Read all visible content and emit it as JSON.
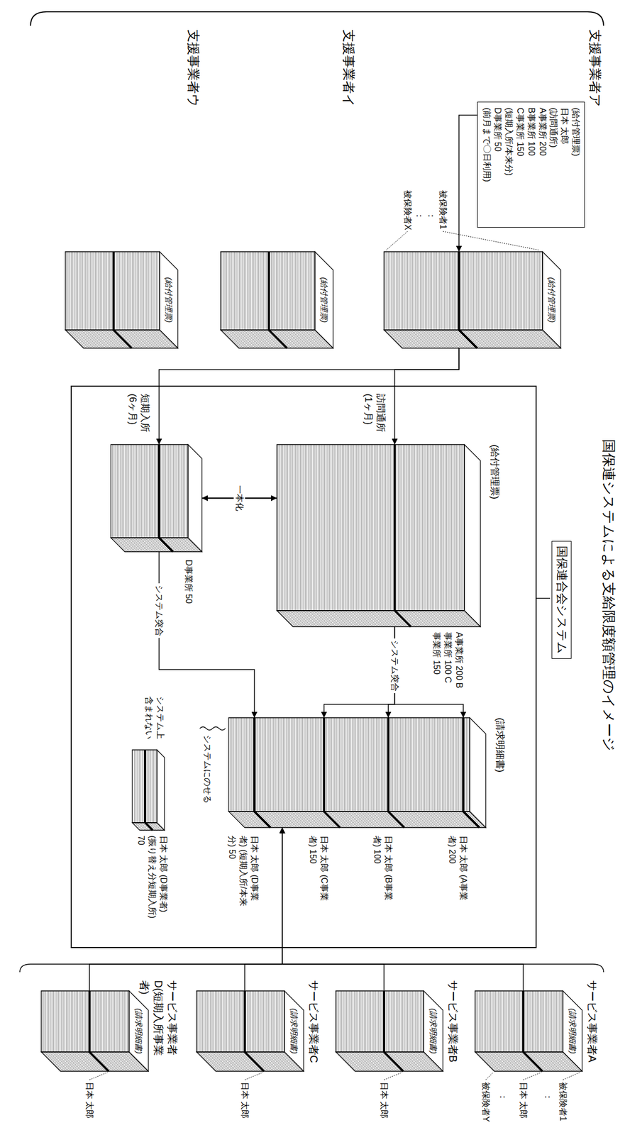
{
  "diagram": {
    "title": "国保連システムによる支給限度額管理のイメージ",
    "nodes": [
      {
        "text": [
          "(給付管理票)",
          "日本 太郎",
          "(訪問通所)",
          "A事業所 200",
          "B事業所 100",
          "C事業所 150",
          "(短期入所/本来分)",
          "D事業所 50",
          "(前月まで〇日利用)"
        ]
      },
      {
        "text": [
          "支援事業者ア",
          "(給付管理票)"
        ]
      },
      {
        "text": [
          "支援事業者イ",
          "(給付管理票)"
        ]
      },
      {
        "text": [
          "支援事業者ウ",
          "(給付管理票)"
        ]
      },
      {
        "text": [
          "国保連合会システム"
        ]
      },
      {
        "text": [
          "(給付管理票)",
          "訪問通所 (1ヶ月)",
          "A事業所 200 B事業所 100 C事業所 150"
        ],
        "in": 4
      },
      {
        "text": [
          "短期入所 (6ヶ月)",
          "D事業所 50"
        ],
        "in": 4
      },
      {
        "text": [
          "(請求明細書)"
        ],
        "in": 4
      },
      {
        "text": [
          "日本 太郎 (A事業者) 200"
        ],
        "in": 7
      },
      {
        "text": [
          "日本 太郎 (B事業者) 100"
        ],
        "in": 7
      },
      {
        "text": [
          "日本 太郎 (C事業者) 150"
        ],
        "in": 7
      },
      {
        "text": [
          "日本 太郎 (D事業者) (短期入所/本来分) 50"
        ],
        "in": 7
      },
      {
        "text": [
          "日本 太郎 (D事業者) (振り替え分短期入所) 70"
        ],
        "in": 4
      },
      {
        "text": [
          "サービス事業者A",
          "(請求明細書)"
        ]
      },
      {
        "text": [
          "サービス事業者B",
          "(請求明細書)"
        ]
      },
      {
        "text": [
          "サービス事業者C",
          "(請求明細書)"
        ]
      },
      {
        "text": [
          "サービス事業者D(短期入所事業者)",
          "(請求明細書)"
        ]
      }
    ],
    "edges": [
      {
        "from": 0,
        "to": 1,
        "arrow": "to"
      },
      {
        "from": 1,
        "to": 5,
        "arrow": "to"
      },
      {
        "from": 1,
        "to": 6,
        "arrow": "to"
      },
      {
        "from": 5,
        "to": 6,
        "arrow": "both",
        "label": "一本化"
      },
      {
        "from": 5,
        "to": 8,
        "arrow": "to"
      },
      {
        "from": 5,
        "to": 9,
        "arrow": "to",
        "label": "システム突合"
      },
      {
        "from": 5,
        "to": 10,
        "arrow": "to"
      },
      {
        "from": 6,
        "to": 11,
        "arrow": "to",
        "label": "システム突合"
      },
      {
        "from": 13,
        "to": 7,
        "arrow": "to"
      },
      {
        "from": 14,
        "to": 7,
        "arrow": "to"
      },
      {
        "from": 15,
        "to": 7,
        "arrow": "to"
      },
      {
        "from": 16,
        "to": 7,
        "arrow": "to"
      }
    ],
    "labels": [
      "被保険者1",
      "：",
      "：",
      "被保険者X",
      "被保険者1",
      "：",
      "日本 太郎",
      "：",
      "被保険者Y",
      "日本 太郎",
      "日本 太郎",
      "日本 太郎",
      "システムにのせる",
      "システム上含まれない"
    ]
  }
}
